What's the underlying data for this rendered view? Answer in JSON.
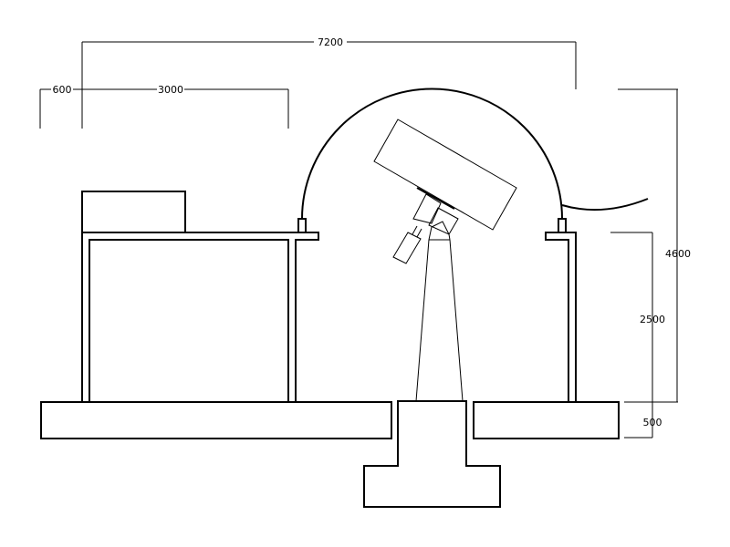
{
  "title": "Observatory dome cross-section",
  "dimensions": {
    "total_width": "7200",
    "left_offset": "600",
    "building_width": "3000",
    "total_height": "4600",
    "wall_height": "2500",
    "foundation_height": "500"
  },
  "colors": {
    "line": "#000000",
    "background": "#ffffff"
  }
}
